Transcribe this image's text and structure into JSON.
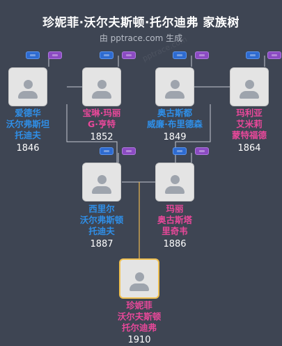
{
  "title": "珍妮菲·沃尔夫斯顿·托尔迪弗 家族树",
  "subtitle": "由 pptrace.com 生成",
  "watermark": "pptrace.com",
  "colors": {
    "background": "#3e4553",
    "male": "#2f8fe8",
    "female": "#e8489a",
    "focus_border": "#f0c050",
    "line": "#c4c8d0",
    "focus_line": "#e0b050"
  },
  "people": {
    "edward": {
      "name_lines": [
        "爱德华",
        "沃尔弗斯坦",
        "托迪夫"
      ],
      "year": "1846",
      "gender": "male"
    },
    "caroline": {
      "name_lines": [
        "宝琳·玛丽",
        "G·亨特"
      ],
      "year": "1852",
      "gender": "female"
    },
    "augustus": {
      "name_lines": [
        "奥古斯都",
        "威廉·布里德森"
      ],
      "year": "1849",
      "gender": "male"
    },
    "maria": {
      "name_lines": [
        "玛利亚",
        "艾米莉",
        "蒙特福德"
      ],
      "year": "1864",
      "gender": "female"
    },
    "cyril": {
      "name_lines": [
        "西里尔",
        "沃尔弗斯顿",
        "托迪夫"
      ],
      "year": "1887",
      "gender": "male"
    },
    "mary": {
      "name_lines": [
        "玛丽",
        "奥古斯塔",
        "里奇韦"
      ],
      "year": "1886",
      "gender": "female"
    },
    "jennifer": {
      "name_lines": [
        "珍妮菲",
        "沃尔夫斯顿",
        "托尔迪弗"
      ],
      "year": "1910",
      "gender": "female"
    }
  }
}
